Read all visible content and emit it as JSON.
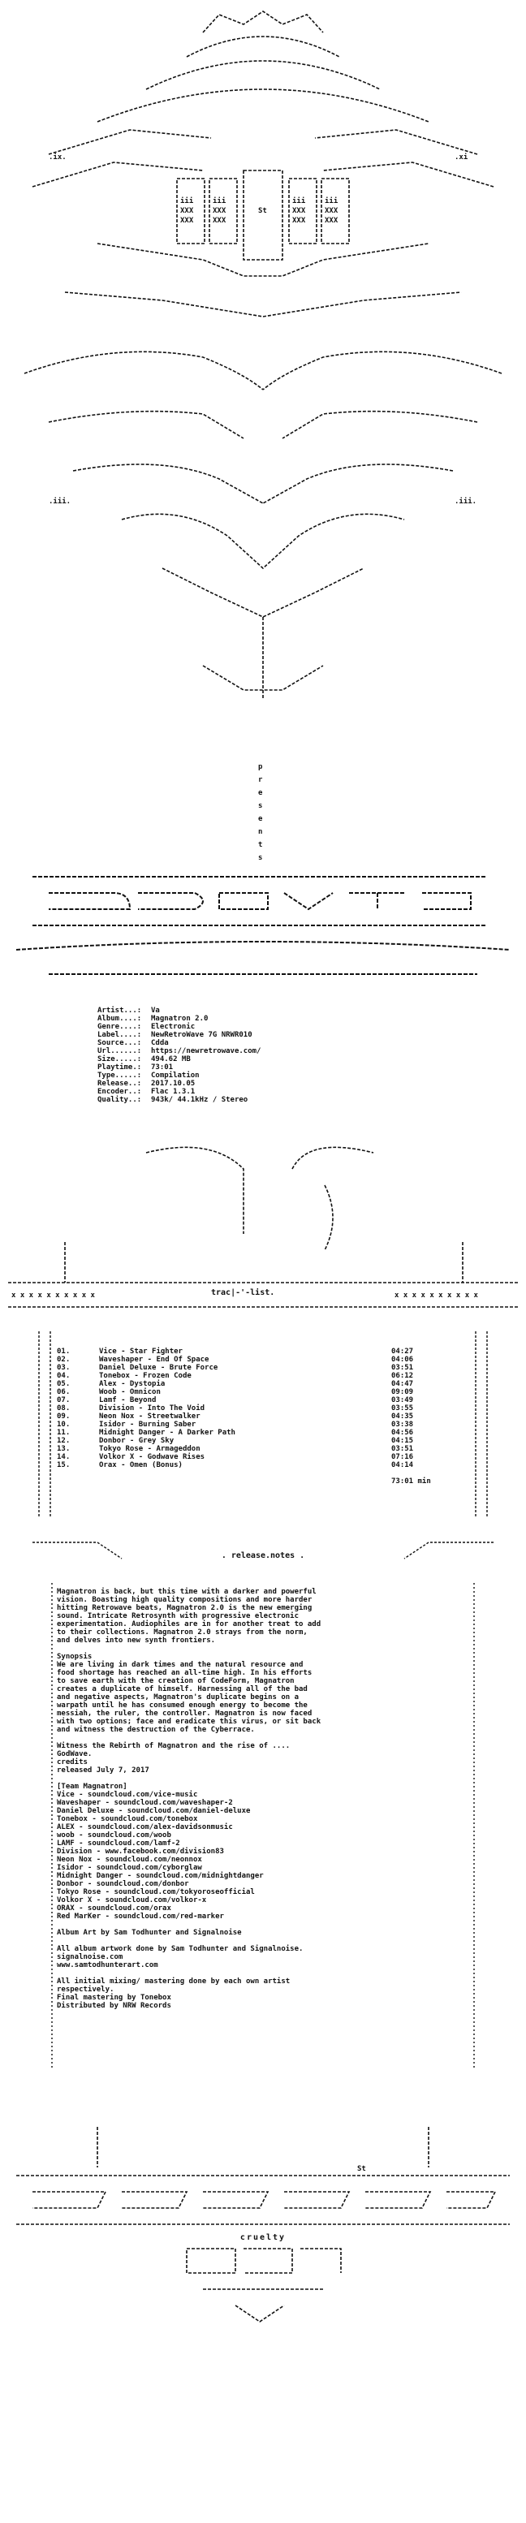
{
  "info": {
    "labels": [
      "Artist...:",
      "Album....:",
      "Genre....:",
      "Label....:",
      "Source...:",
      "Url......:",
      "Size.....:",
      "Playtime.:",
      "Type.....:",
      "Release..:",
      "Encoder..:",
      "Quality..:"
    ],
    "values": [
      "Va",
      "Magnatron 2.0",
      "Electronic",
      "NewRetroWave 7G NRWR010",
      "Cdda",
      "https://newretrowave.com/",
      "494.62 MB",
      "73:01",
      "Compilation",
      "2017.10.05",
      "Flac 1.3.1",
      "943k/ 44.1kHz / Stereo"
    ]
  },
  "tracklist_title": "trac|-'-list.",
  "tracks": [
    {
      "num": "01.",
      "title": "Vice - Star Fighter",
      "time": "04:27"
    },
    {
      "num": "02.",
      "title": "Waveshaper - End Of Space",
      "time": "04:06"
    },
    {
      "num": "03.",
      "title": "Daniel Deluxe - Brute Force",
      "time": "03:51"
    },
    {
      "num": "04.",
      "title": "Tonebox - Frozen Code",
      "time": "06:12"
    },
    {
      "num": "05.",
      "title": "Alex - Dystopia",
      "time": "04:47"
    },
    {
      "num": "06.",
      "title": "Woob - Omnicon",
      "time": "09:09"
    },
    {
      "num": "07.",
      "title": "Lamf - Beyond",
      "time": "03:49"
    },
    {
      "num": "08.",
      "title": "Division - Into The Void",
      "time": "03:55"
    },
    {
      "num": "09.",
      "title": "Neon Nox - Streetwalker",
      "time": "04:35"
    },
    {
      "num": "10.",
      "title": "Isidor - Burning Saber",
      "time": "03:38"
    },
    {
      "num": "11.",
      "title": "Midnight Danger - A Darker Path",
      "time": "04:56"
    },
    {
      "num": "12.",
      "title": "Donbor - Grey Sky",
      "time": "04:15"
    },
    {
      "num": "13.",
      "title": "Tokyo Rose - Armageddon",
      "time": "03:51"
    },
    {
      "num": "14.",
      "title": "Volkor X - Godwave Rises",
      "time": "07:16"
    },
    {
      "num": "15.",
      "title": "Orax - Omen (Bonus)",
      "time": "04:14"
    }
  ],
  "total_time": "73:01 min",
  "notes_title": ". release.notes .",
  "notes_lines": [
    "Magnatron is back, but this time with a darker and powerful",
    "vision. Boasting high quality compositions and more harder",
    "hitting Retrowave beats, Magnatron 2.0 is the new emerging",
    "sound. Intricate Retrosynth with progressive electronic",
    "experimentation. Audiophiles are in for another treat to add",
    "to their collections. Magnatron 2.0 strays from the norm,",
    "and delves into new synth frontiers.",
    "",
    "Synopsis",
    "We are living in dark times and the natural resource and",
    "food shortage has reached an all-time high. In his efforts",
    "to save earth with the creation of CodeForm, Magnatron",
    "creates a duplicate of himself. Harnessing all of the bad",
    "and negative aspects, Magnatron's duplicate begins on a",
    "warpath until he has consumed enough energy to become the",
    "messiah, the ruler, the controller. Magnatron is now faced",
    "with two options; face and eradicate this virus, or sit back",
    "and witness the destruction of the Cyberrace.",
    "",
    "Witness the Rebirth of Magnatron and the rise of ....",
    "GodWave.",
    "credits",
    "released July 7, 2017",
    "",
    "[Team Magnatron]",
    "Vice - soundcloud.com/vice-music",
    "Waveshaper - soundcloud.com/waveshaper-2",
    "Daniel Deluxe - soundcloud.com/daniel-deluxe",
    "Tonebox - soundcloud.com/tonebox",
    "ALEX - soundcloud.com/alex-davidsonmusic",
    "woob - soundcloud.com/woob",
    "LAMF - soundcloud.com/lamf-2",
    "Division - www.facebook.com/division83",
    "Neon Nox - soundcloud.com/neonnox",
    "Isidor - soundcloud.com/cyborglaw",
    "Midnight Danger - soundcloud.com/midnightdanger",
    "Donbor - soundcloud.com/donbor",
    "Tokyo Rose - soundcloud.com/tokyoroseofficial",
    "Volkor X - soundcloud.com/volkor-x",
    "ORAX - soundcloud.com/orax",
    "Red MarKer - soundcloud.com/red-marker",
    "",
    "Album Art by Sam Todhunter and Signalnoise",
    "",
    "All album artwork done by Sam Todhunter and Signalnoise.",
    "signalnoise.com",
    "www.samtodhunterart.com",
    "",
    "All initial mixing/ mastering done by each own artist",
    "respectively.",
    "Final mastering by Tonebox",
    "Distributed by NRW Records"
  ],
  "presents_letters": [
    "p",
    "r",
    "e",
    "s",
    "e",
    "n",
    "t",
    "s"
  ],
  "crew_glyph": "St",
  "footer_group": "cruelty",
  "colors": {
    "ink": "#111111",
    "background": "#ffffff"
  }
}
